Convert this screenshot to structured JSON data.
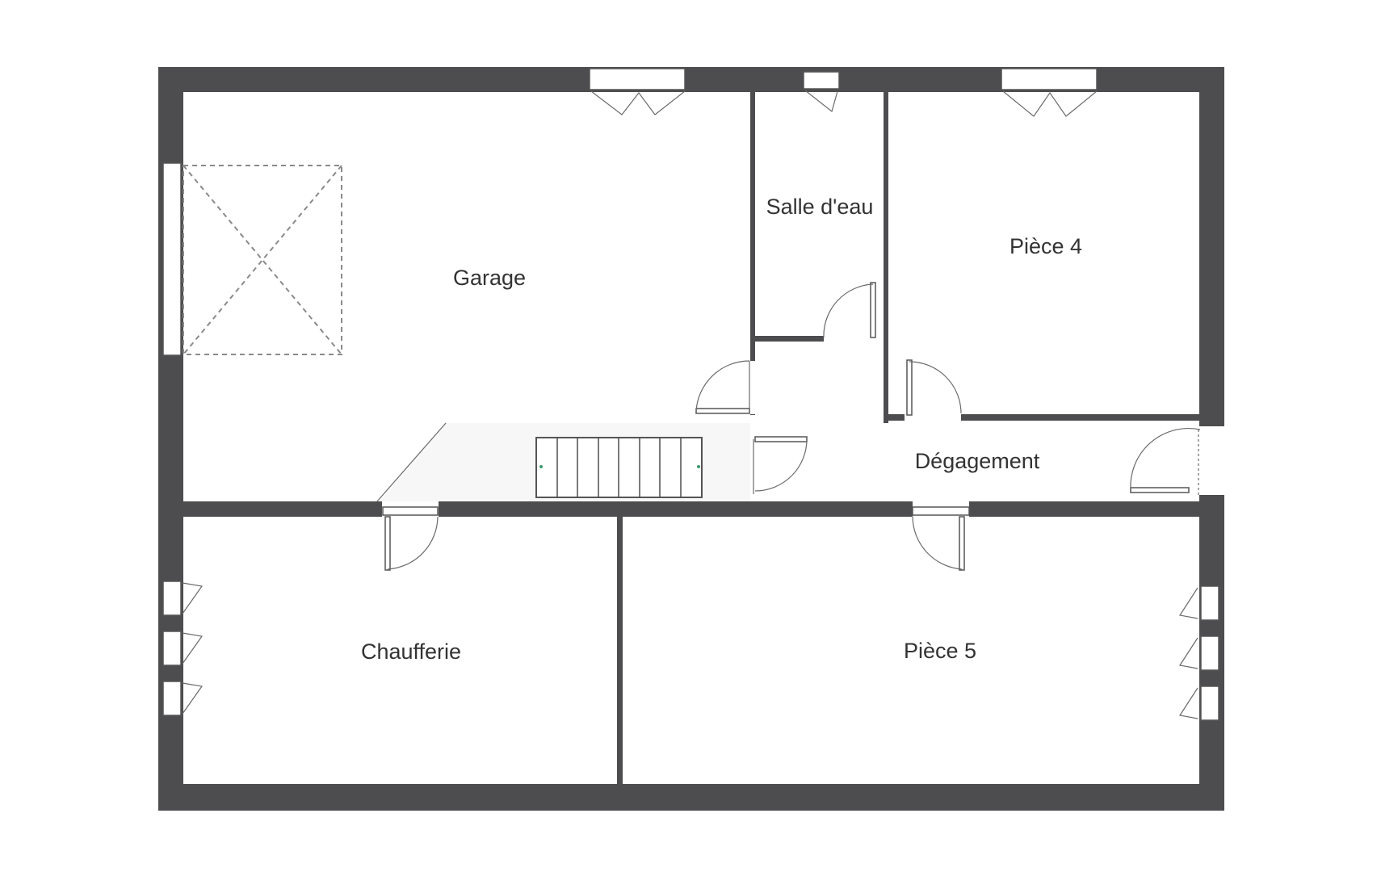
{
  "rooms": {
    "garage": "Garage",
    "salle_deau": "Salle d'eau",
    "piece4": "Pièce 4",
    "degagement": "Dégagement",
    "chaufferie": "Chaufferie",
    "piece5": "Pièce 5"
  },
  "colors": {
    "wall": "#4d4d4f",
    "background": "#ffffff",
    "text": "#333333"
  }
}
